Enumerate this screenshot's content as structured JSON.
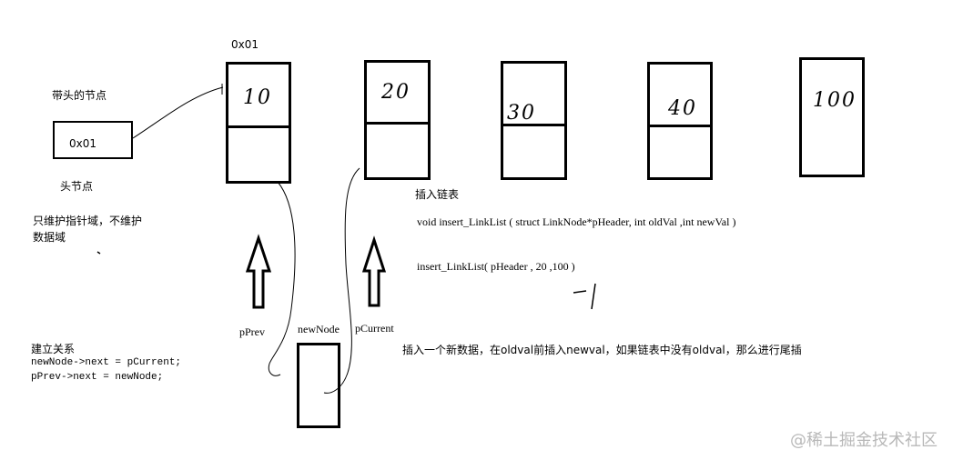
{
  "labels": {
    "addr_top": "0x01",
    "head_node_with": "带头的节点",
    "head_box_value": "0x01",
    "head_node": "头节点",
    "note_line1": "只维护指针域，不维护",
    "note_line2": "数据域",
    "insert_title": "插入链表",
    "func_signature": "void insert_LinkList ( struct LinkNode*pHeader,  int oldVal ,int newVal  )",
    "func_call": "insert_LinkList( pHeader ,  20  ,100   )",
    "hand_minus_one": "-1",
    "p_prev": "pPrev",
    "new_node": "newNode",
    "p_current": "pCurrent",
    "relation_title": "建立关系",
    "relation_line1": "newNode->next = pCurrent;",
    "relation_line2": "pPrev->next = newNode;",
    "insert_desc": "插入一个新数据，在oldval前插入newval，如果链表中没有oldval，那么进行尾插",
    "watermark": "@稀土掘金技术社区"
  },
  "nodes": [
    {
      "name": "node-10",
      "value": "10"
    },
    {
      "name": "node-20",
      "value": "20"
    },
    {
      "name": "node-30",
      "value": "30"
    },
    {
      "name": "node-40",
      "value": "40"
    },
    {
      "name": "node-100",
      "value": "100"
    }
  ]
}
